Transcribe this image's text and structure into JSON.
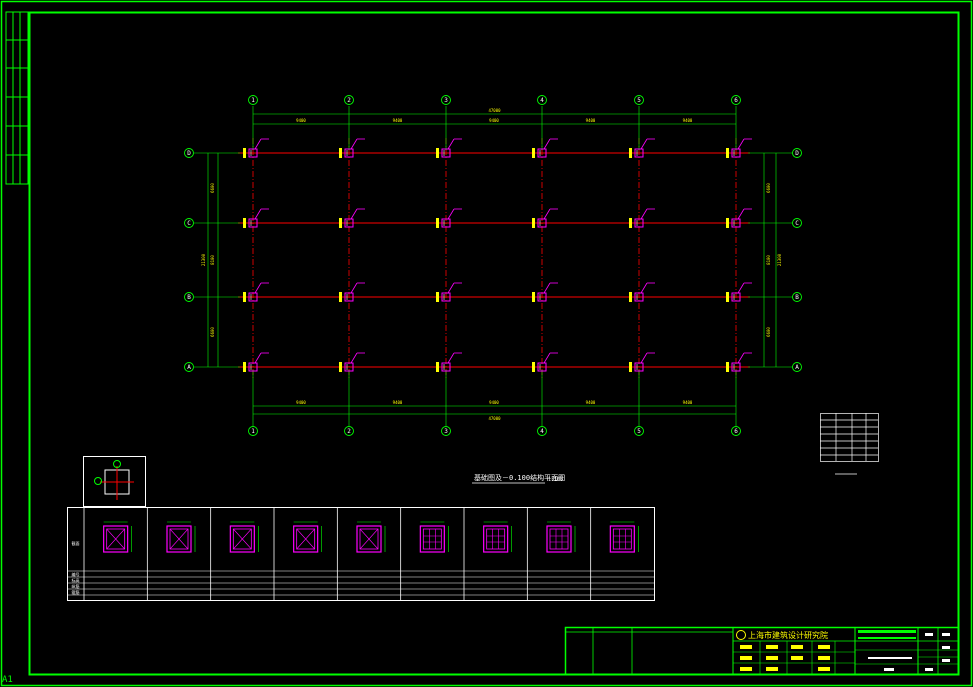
{
  "sheet": {
    "size_label": "A1"
  },
  "colors": {
    "frame": "#00ff00",
    "axis": "#ff0000",
    "column": "#ff00ff",
    "bubble": "#00ff00",
    "dim": "#00ff00",
    "text": "#ffff00",
    "white": "#ffffff",
    "background": "#000000"
  },
  "plan": {
    "title": "基础图及－0.100结构平面图",
    "scale": "1:100",
    "column_axes": [
      "1",
      "2",
      "3",
      "4",
      "5",
      "6"
    ],
    "row_axes": [
      "D",
      "C",
      "B",
      "A"
    ],
    "top_bay_dims": [
      "9400",
      "9400",
      "9400",
      "9400",
      "9400"
    ],
    "top_total_dim": "47000",
    "bottom_bay_dims": [
      "9400",
      "9400",
      "9400",
      "9400",
      "9400"
    ],
    "bottom_total_dim": "47000",
    "left_bay_dims": [
      "6600",
      "8100",
      "6600"
    ],
    "left_total_dim": "21300",
    "right_bay_dims": [
      "6600",
      "8100",
      "6600"
    ],
    "right_total_dim": "21300"
  },
  "column_schedule": {
    "row_headers": [
      "截面",
      "编号",
      "标高",
      "纵筋",
      "箍筋"
    ],
    "count": 9
  },
  "title_block": {
    "company": "上海市建筑设计研究院"
  }
}
